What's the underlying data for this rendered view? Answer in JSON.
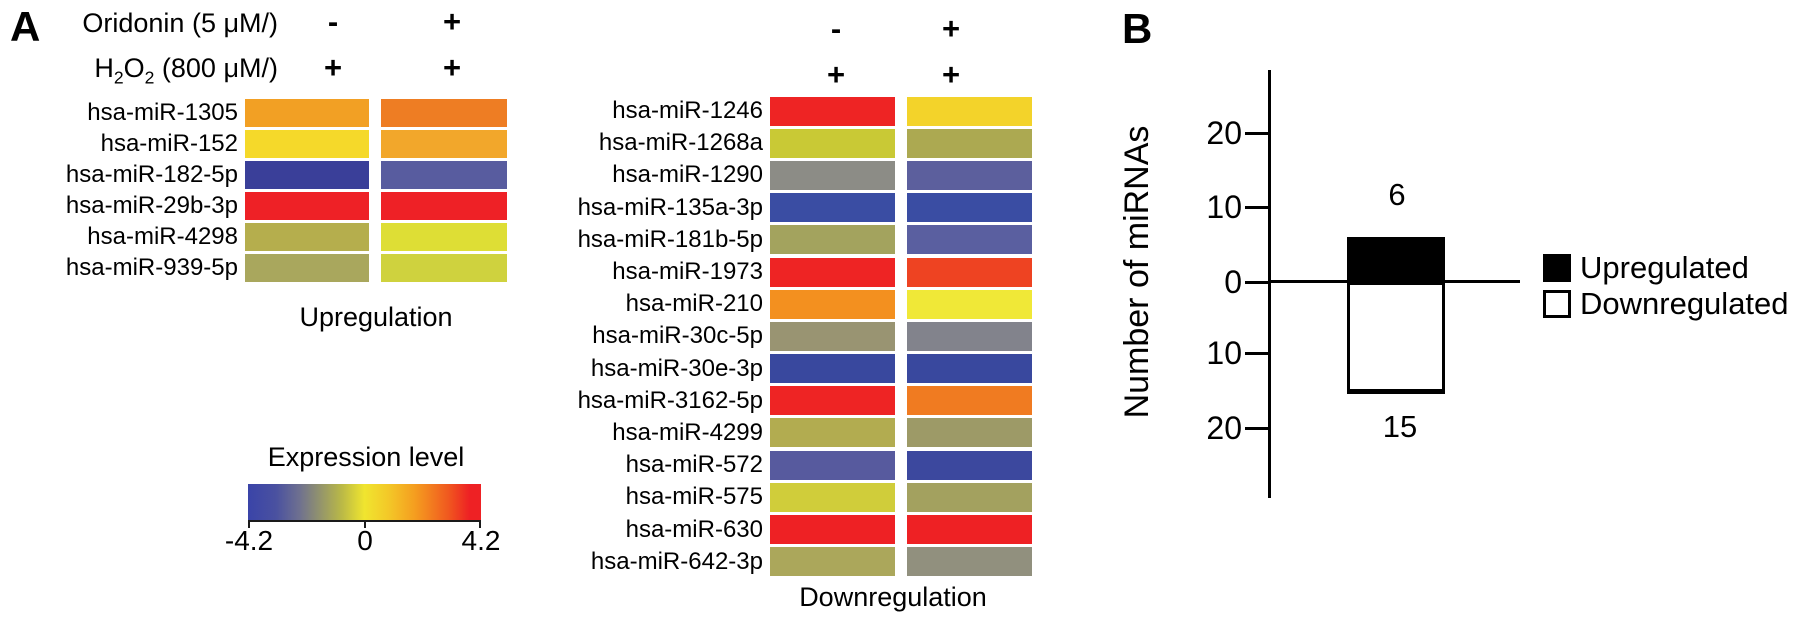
{
  "panelA": {
    "label": "A",
    "condition1_label": "Oridonin (5 μM/)",
    "condition2_parts": {
      "h": "H",
      "s1": "2",
      "o": "O",
      "s2": "2",
      "rest": " (800 μM/)"
    },
    "upreg_condition_signs": [
      [
        "-",
        "+"
      ],
      [
        "+",
        "+"
      ]
    ],
    "downreg_condition_signs": [
      [
        "-",
        "+"
      ],
      [
        "+",
        "+"
      ]
    ],
    "upregulation_title": "Upregulation",
    "downregulation_title": "Downregulation",
    "colorbar": {
      "title": "Expression level",
      "tick_labels": [
        "-4.2",
        "0",
        "4.2"
      ],
      "min": -4.2,
      "max": 4.2,
      "gradient_stops": [
        "#3A44A8 0%",
        "#4A51A0 12%",
        "#6E7090 22%",
        "#8F9070 30%",
        "#B9B847 40%",
        "#F0E52F 50%",
        "#F3C928 60%",
        "#F59C1F 72%",
        "#F0581F 86%",
        "#EE2124 95%"
      ]
    },
    "upregulated_mirnas": [
      {
        "name": "hsa-miR-1305",
        "colors": [
          "#F2A024",
          "#EE7D23"
        ]
      },
      {
        "name": "hsa-miR-152",
        "colors": [
          "#F5D92A",
          "#F2A72B"
        ]
      },
      {
        "name": "hsa-miR-182-5p",
        "colors": [
          "#3A3F99",
          "#585C9F"
        ]
      },
      {
        "name": "hsa-miR-29b-3p",
        "colors": [
          "#EE2126",
          "#EE2126"
        ]
      },
      {
        "name": "hsa-miR-4298",
        "colors": [
          "#B5AE4D",
          "#DEDE35"
        ]
      },
      {
        "name": "hsa-miR-939-5p",
        "colors": [
          "#A9A75D",
          "#CFD23E"
        ]
      }
    ],
    "downregulated_mirnas": [
      {
        "name": "hsa-miR-1246",
        "colors": [
          "#EE2424",
          "#F3D32A"
        ]
      },
      {
        "name": "hsa-miR-1268a",
        "colors": [
          "#C9C935",
          "#ACA951"
        ]
      },
      {
        "name": "hsa-miR-1290",
        "colors": [
          "#8C8C86",
          "#5C5F9D"
        ]
      },
      {
        "name": "hsa-miR-135a-3p",
        "colors": [
          "#3A4DA3",
          "#3A4DA3"
        ]
      },
      {
        "name": "hsa-miR-181b-5p",
        "colors": [
          "#A3A35E",
          "#5A5FA0"
        ]
      },
      {
        "name": "hsa-miR-1973",
        "colors": [
          "#EE2424",
          "#EE4322"
        ]
      },
      {
        "name": "hsa-miR-210",
        "colors": [
          "#F3901F",
          "#F0E837"
        ]
      },
      {
        "name": "hsa-miR-30c-5p",
        "colors": [
          "#999472",
          "#82838C"
        ]
      },
      {
        "name": "hsa-miR-30e-3p",
        "colors": [
          "#39489E",
          "#39489E"
        ]
      },
      {
        "name": "hsa-miR-3162-5p",
        "colors": [
          "#EE2424",
          "#F07B21"
        ]
      },
      {
        "name": "hsa-miR-4299",
        "colors": [
          "#B2AC50",
          "#9D9A67"
        ]
      },
      {
        "name": "hsa-miR-572",
        "colors": [
          "#575A9E",
          "#3C489E"
        ]
      },
      {
        "name": "hsa-miR-575",
        "colors": [
          "#D0CD3A",
          "#A3A15F"
        ]
      },
      {
        "name": "hsa-miR-630",
        "colors": [
          "#EE2124",
          "#EE2124"
        ]
      },
      {
        "name": "hsa-miR-642-3p",
        "colors": [
          "#ABA75B",
          "#91907E"
        ]
      }
    ]
  },
  "panelB": {
    "label": "B",
    "ylabel": "Number of miRNAs",
    "ytick_labels": [
      "20",
      "10",
      "0",
      "10",
      "20"
    ],
    "bar_value_labels": [
      "6",
      "15"
    ],
    "legend": [
      {
        "label": "Upregulated",
        "fill": "#000000"
      },
      {
        "label": "Downregulated",
        "fill": "#FFFFFF"
      }
    ]
  },
  "chart_data": [
    {
      "type": "heatmap",
      "title": "Upregulation",
      "columns": [
        "Oridonin - / H2O2 +",
        "Oridonin + / H2O2 +"
      ],
      "rows": [
        "hsa-miR-1305",
        "hsa-miR-152",
        "hsa-miR-182-5p",
        "hsa-miR-29b-3p",
        "hsa-miR-4298",
        "hsa-miR-939-5p"
      ],
      "cell_colors": [
        [
          "#F2A024",
          "#EE7D23"
        ],
        [
          "#F5D92A",
          "#F2A72B"
        ],
        [
          "#3A3F99",
          "#585C9F"
        ],
        [
          "#EE2126",
          "#EE2126"
        ],
        [
          "#B5AE4D",
          "#DEDE35"
        ],
        [
          "#A9A75D",
          "#CFD23E"
        ]
      ],
      "value_estimates": [
        [
          1.8,
          2.4
        ],
        [
          0.6,
          1.7
        ],
        [
          -3.8,
          -3.0
        ],
        [
          4.0,
          4.0
        ],
        [
          -1.0,
          -0.3
        ],
        [
          -1.3,
          -0.5
        ]
      ],
      "scale": {
        "label": "Expression level",
        "min": -4.2,
        "max": 4.2
      }
    },
    {
      "type": "heatmap",
      "title": "Downregulation",
      "columns": [
        "Oridonin - / H2O2 +",
        "Oridonin + / H2O2 +"
      ],
      "rows": [
        "hsa-miR-1246",
        "hsa-miR-1268a",
        "hsa-miR-1290",
        "hsa-miR-135a-3p",
        "hsa-miR-181b-5p",
        "hsa-miR-1973",
        "hsa-miR-210",
        "hsa-miR-30c-5p",
        "hsa-miR-30e-3p",
        "hsa-miR-3162-5p",
        "hsa-miR-4299",
        "hsa-miR-572",
        "hsa-miR-575",
        "hsa-miR-630",
        "hsa-miR-642-3p"
      ],
      "cell_colors": [
        [
          "#EE2424",
          "#F3D32A"
        ],
        [
          "#C9C935",
          "#ACA951"
        ],
        [
          "#8C8C86",
          "#5C5F9D"
        ],
        [
          "#3A4DA3",
          "#3A4DA3"
        ],
        [
          "#A3A35E",
          "#5A5FA0"
        ],
        [
          "#EE2424",
          "#EE4322"
        ],
        [
          "#F3901F",
          "#F0E837"
        ],
        [
          "#999472",
          "#82838C"
        ],
        [
          "#39489E",
          "#39489E"
        ],
        [
          "#EE2424",
          "#F07B21"
        ],
        [
          "#B2AC50",
          "#9D9A67"
        ],
        [
          "#575A9E",
          "#3C489E"
        ],
        [
          "#D0CD3A",
          "#A3A15F"
        ],
        [
          "#EE2124",
          "#EE2124"
        ],
        [
          "#ABA75B",
          "#91907E"
        ]
      ],
      "value_estimates": [
        [
          4.0,
          0.7
        ],
        [
          -0.4,
          -1.2
        ],
        [
          -2.0,
          -2.9
        ],
        [
          -3.6,
          -3.6
        ],
        [
          -1.4,
          -3.0
        ],
        [
          4.0,
          3.5
        ],
        [
          2.0,
          0.1
        ],
        [
          -1.7,
          -2.2
        ],
        [
          -3.7,
          -3.7
        ],
        [
          4.0,
          2.4
        ],
        [
          -1.1,
          -1.6
        ],
        [
          -3.0,
          -3.6
        ],
        [
          -0.4,
          -1.4
        ],
        [
          4.0,
          4.0
        ],
        [
          -1.3,
          -1.9
        ]
      ],
      "scale": {
        "label": "Expression level",
        "min": -4.2,
        "max": 4.2
      }
    },
    {
      "type": "bar",
      "ylabel": "Number of miRNAs",
      "categories": [
        "Upregulated",
        "Downregulated"
      ],
      "values": [
        6,
        -15
      ],
      "bar_labels": [
        "6",
        "15"
      ],
      "bar_colors": [
        "#000000",
        "#FFFFFF"
      ],
      "yticks": [
        20,
        10,
        0,
        -10,
        -20
      ],
      "ytick_display": [
        "20",
        "10",
        "0",
        "10",
        "20"
      ],
      "ylim": [
        -27,
        27
      ],
      "grid": false,
      "legend": [
        "Upregulated",
        "Downregulated"
      ],
      "legend_position": "right"
    }
  ]
}
